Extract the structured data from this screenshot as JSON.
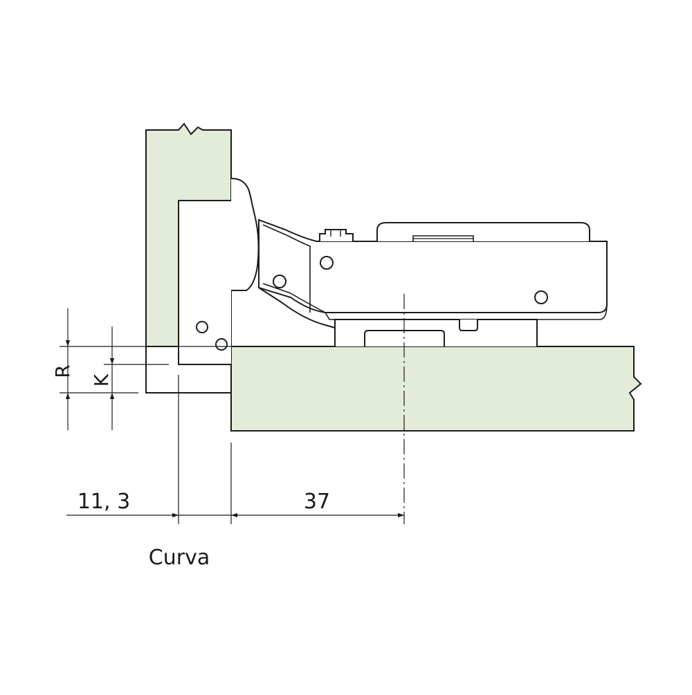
{
  "labels": {
    "r": "R",
    "k": "K",
    "dim_left": "11, 3",
    "dim_right": "37",
    "caption": "Curva"
  },
  "colors": {
    "wood": "#e2ecd9",
    "line": "#1a1a1a",
    "background": "#ffffff"
  }
}
